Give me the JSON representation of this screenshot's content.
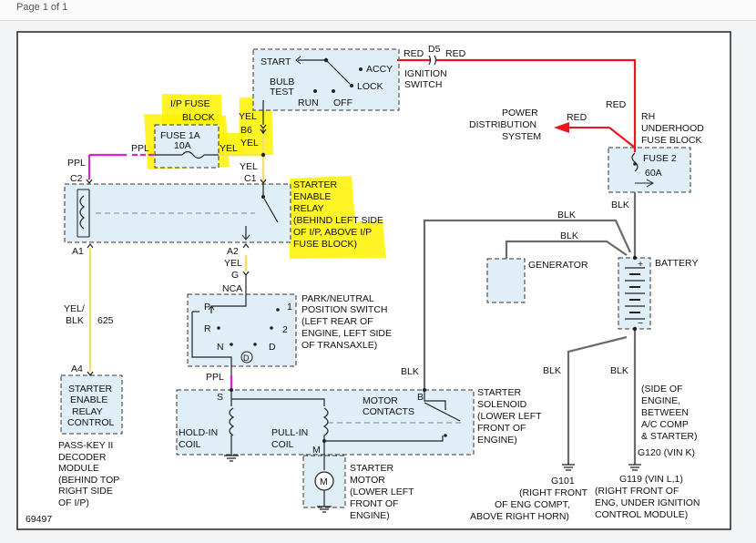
{
  "header": {
    "page_label": "Page 1 of 1"
  },
  "labels": {
    "start": "START",
    "accy": "ACCY",
    "bulb": "BULB",
    "test": "TEST",
    "lock": "LOCK",
    "run": "RUN",
    "off": "OFF",
    "ignition1": "IGNITION",
    "ignition2": "SWITCH",
    "red_ign": "RED",
    "d5": "D5",
    "red_d5": "RED",
    "red_vert": "RED",
    "red_pds": "RED",
    "pds1": "POWER",
    "pds2": "DISTRIBUTION",
    "pds3": "SYSTEM",
    "rh1": "RH",
    "rh2": "UNDERHOOD",
    "rh3": "FUSE BLOCK",
    "fuse2": "FUSE 2",
    "fuse2_amp": "60A",
    "blk_fuse2": "BLK",
    "ip1": "I/P FUSE",
    "ip2": "BLOCK",
    "fuse1a": "FUSE 1A",
    "fuse1a_amp": "10A",
    "ppl_left": "PPL",
    "ppl_fuse": "PPL",
    "yel_fuse": "YEL",
    "yel_top": "YEL",
    "b6": "B6",
    "yel_b6": "YEL",
    "yel_c1": "YEL",
    "c1": "C1",
    "c2": "C2",
    "relay1": "STARTER",
    "relay2": "ENABLE",
    "relay3": "RELAY",
    "relay4": "(BEHIND LEFT SIDE",
    "relay5": "OF I/P, ABOVE I/P",
    "relay6": "FUSE BLOCK)",
    "a1": "A1",
    "a2": "A2",
    "yel_a2": "YEL",
    "g": "G",
    "nca": "NCA",
    "pn1": "PARK/NEUTRAL",
    "pn2": "POSITION SWITCH",
    "pn3": "(LEFT REAR OF",
    "pn4": "ENGINE, LEFT SIDE",
    "pn5": "OF TRANSAXLE)",
    "pn_p": "P",
    "pn_r": "R",
    "pn_n": "N",
    "pn_d": "D",
    "pn_1": "1",
    "pn_2": "2",
    "pn_dcirc": "D",
    "ppl_sol": "PPL",
    "yelblk1": "YEL/",
    "yelblk2": "BLK",
    "w625": "625",
    "a4": "A4",
    "sec1": "STARTER",
    "sec2": "ENABLE",
    "sec3": "RELAY",
    "sec4": "CONTROL",
    "pk1": "PASS-KEY II",
    "pk2": "DECODER",
    "pk3": "MODULE",
    "pk4": "(BEHIND TOP",
    "pk5": "RIGHT SIDE",
    "pk6": "OF I/P)",
    "blk_bat1": "BLK",
    "blk_gen": "BLK",
    "generator": "GENERATOR",
    "battery": "BATTERY",
    "blk_sol": "BLK",
    "blk_g101": "BLK",
    "blk_g120": "BLK",
    "mc1": "MOTOR",
    "mc2": "CONTACTS",
    "sol_b": "B",
    "sol_s": "S",
    "sol_m": "M",
    "hold1": "HOLD-IN",
    "hold2": "COIL",
    "pull1": "PULL-IN",
    "pull2": "COIL",
    "ss1": "STARTER",
    "ss2": "SOLENOID",
    "ss3": "(LOWER LEFT",
    "ss4": "FRONT OF",
    "ss5": "ENGINE)",
    "sm1": "STARTER",
    "sm2": "MOTOR",
    "sm3": "(LOWER LEFT",
    "sm4": "FRONT OF",
    "sm5": "ENGINE)",
    "motor_m": "M",
    "side1": "(SIDE OF",
    "side2": "ENGINE,",
    "side3": "BETWEEN",
    "side4": "A/C COMP",
    "side5": "& STARTER)",
    "g120": "G120 (VIN K)",
    "g119": "G119 (VIN L,1)",
    "g119a": "(RIGHT FRONT OF",
    "g119b": "ENG, UNDER IGNITION",
    "g119c": "CONTROL MODULE)",
    "g101": "G101",
    "g101a": "(RIGHT FRONT",
    "g101b": "OF ENG COMPT,",
    "g101c": "ABOVE RIGHT HORN)",
    "fig": "69497"
  },
  "colors": {
    "red": "#e8171f",
    "ppl": "#e21fcf",
    "yel": "#f2e06e",
    "blk": "#6b6b6b",
    "box": "#e0eef8"
  }
}
